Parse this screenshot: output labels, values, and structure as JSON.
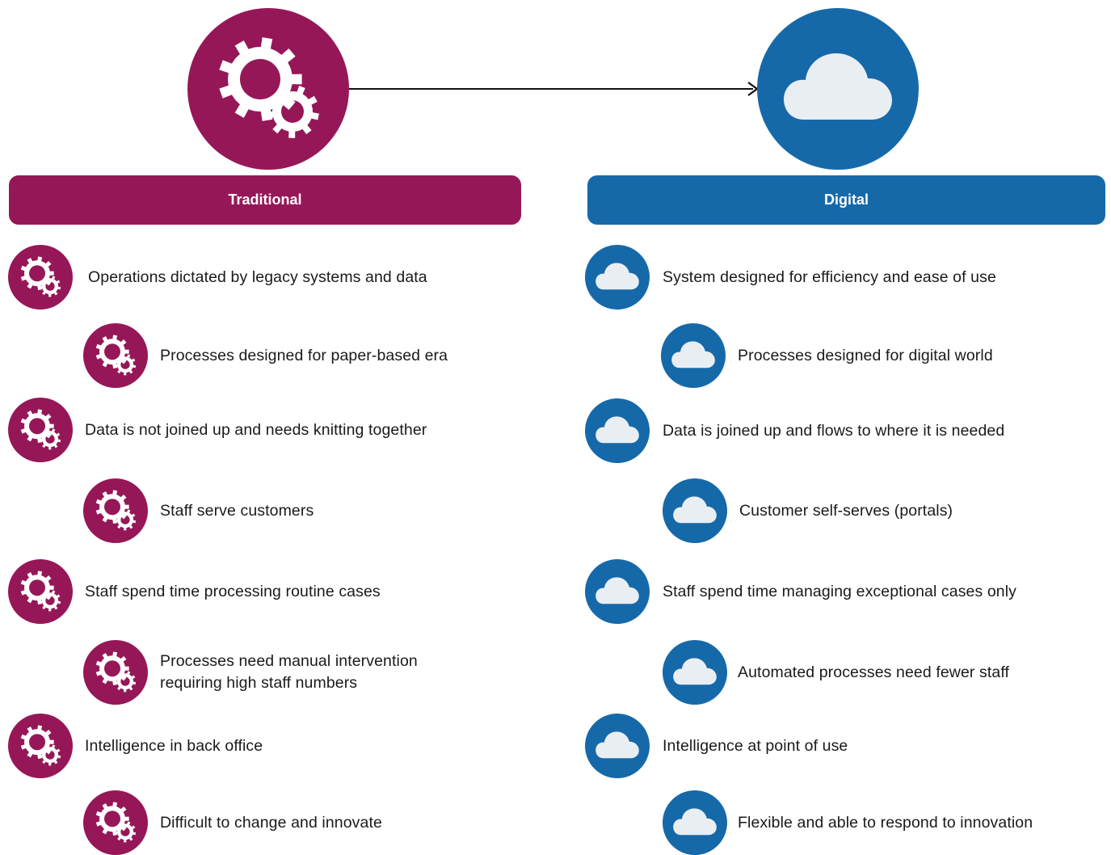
{
  "colors": {
    "traditional": "#961757",
    "digital": "#1669a9",
    "cloud_fill": "#e9eef2",
    "gear_fill": "#ffffff"
  },
  "icons": {
    "traditional": "gears-icon",
    "digital": "cloud-icon"
  },
  "traditional": {
    "title": "Traditional",
    "items": [
      "Operations dictated by legacy systems and data",
      "Processes designed for paper-based era",
      "Data is not joined up and needs knitting together",
      "Staff serve customers",
      "Staff spend time processing routine cases",
      "Processes need manual intervention\nrequiring high staff numbers",
      "Intelligence in back office",
      "Difficult to change and innovate"
    ]
  },
  "digital": {
    "title": "Digital",
    "items": [
      "System designed for efficiency and ease of use",
      "Processes designed for digital world",
      "Data is joined up and flows to where it is needed",
      "Customer self-serves (portals)",
      "Staff spend time managing exceptional cases only",
      "Automated processes need fewer staff",
      "Intelligence at point of use",
      "Flexible and able to respond to innovation"
    ]
  }
}
